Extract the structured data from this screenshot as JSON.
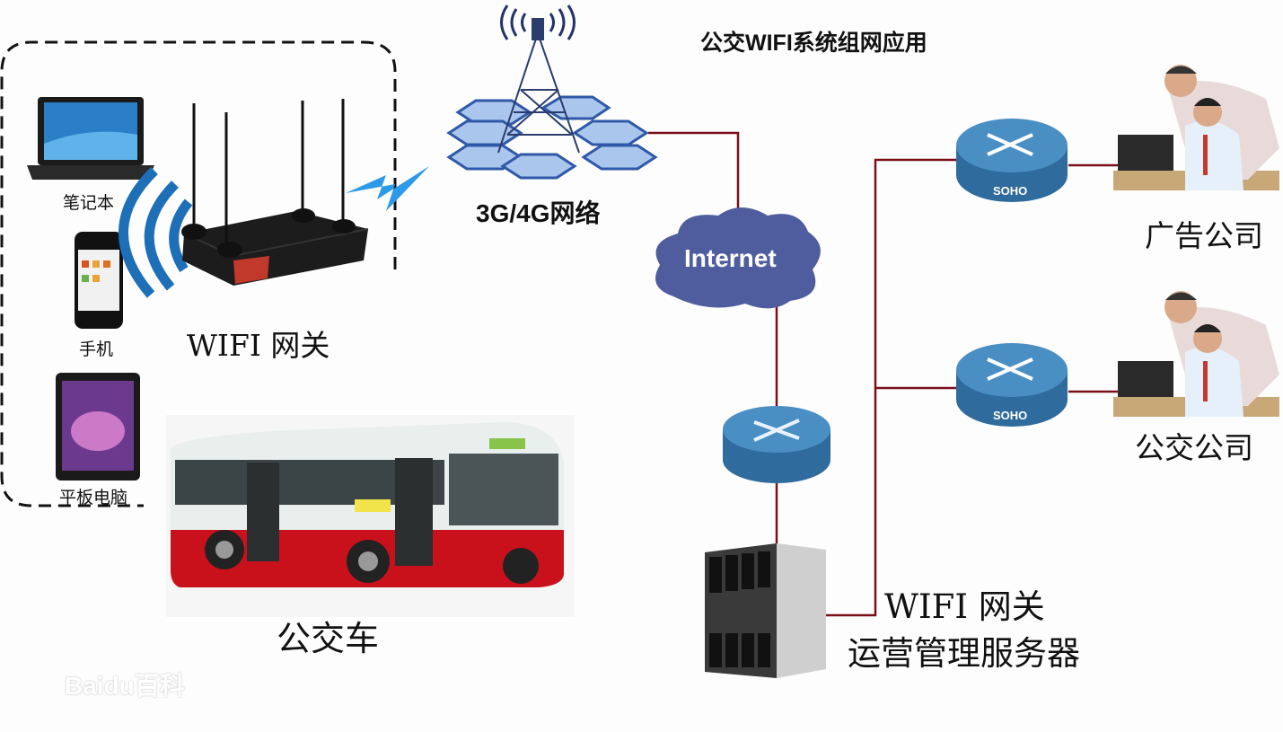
{
  "title": "公交WIFI系统组网应用",
  "devices": {
    "laptop": "笔记本",
    "phone": "手机",
    "tablet": "平板电脑"
  },
  "gateway_label": "WIFI 网关",
  "bus_label": "公交车",
  "network_label": "3G/4G网络",
  "internet_label": "Internet",
  "soho_label": "SOHO",
  "companies": [
    "广告公司",
    "公交公司"
  ],
  "server_label": [
    "WIFI 网关",
    "运营管理服务器"
  ],
  "watermark": "Baidu百科",
  "colors": {
    "link": "#7a0f1a",
    "cloud": "#4f5d9e",
    "wifi": "#1d6fb8",
    "hex": "#a9c4ea",
    "router": "#3f7fb0"
  }
}
